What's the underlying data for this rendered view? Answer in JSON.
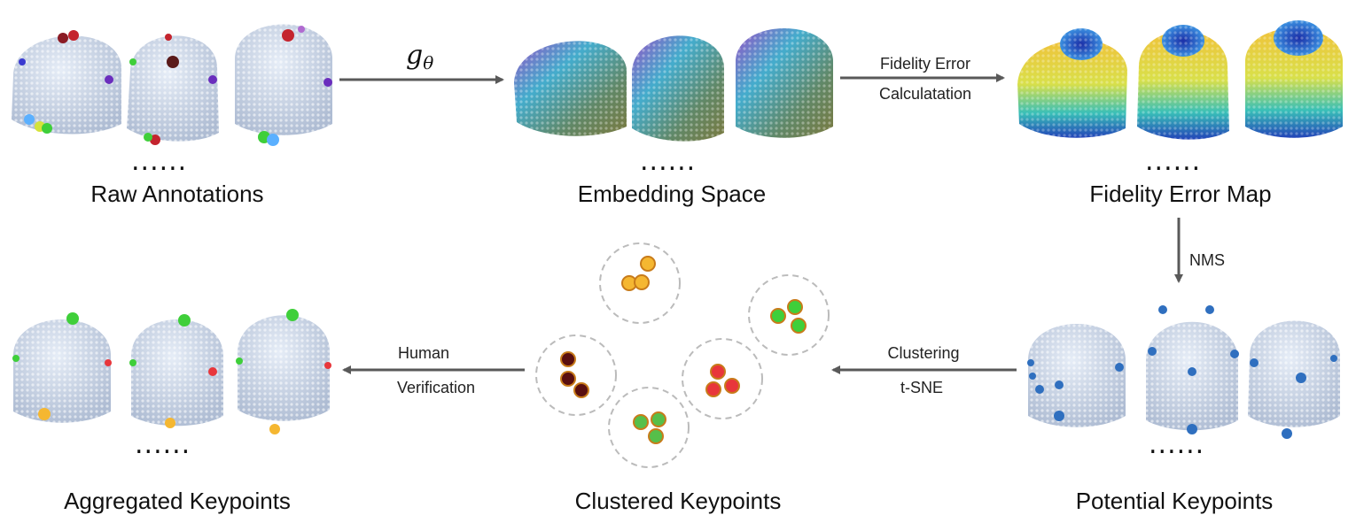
{
  "stages": {
    "raw": {
      "title": "Raw Annotations",
      "ellipsis": "......"
    },
    "embedding": {
      "title": "Embedding Space",
      "ellipsis": "......"
    },
    "fidelity": {
      "title": "Fidelity Error Map",
      "ellipsis": "......"
    },
    "potential": {
      "title": "Potential Keypoints",
      "ellipsis": "......"
    },
    "clustered": {
      "title": "Clustered Keypoints"
    },
    "aggregated": {
      "title": "Aggregated Keypoints",
      "ellipsis": "......"
    }
  },
  "arrows": {
    "g_theta": {
      "symbol": "g",
      "subscript": "θ"
    },
    "fidelity": {
      "line1": "Fidelity Error",
      "line2": "Calculatation"
    },
    "nms": {
      "label": "NMS"
    },
    "clustering": {
      "line1": "Clustering",
      "line2": "t-SNE"
    },
    "human": {
      "line1": "Human",
      "line2": "Verification"
    }
  },
  "colors": {
    "cap_point": "#b9c7dc",
    "arrow": "#595959",
    "cluster_outline": "#bbbbbb",
    "kp_yellow": "#f5b731",
    "kp_green": "#3fcf3a",
    "kp_red": "#e8363b",
    "kp_dark": "#5a0f0f",
    "kp_blue": "#2f6fbf"
  }
}
